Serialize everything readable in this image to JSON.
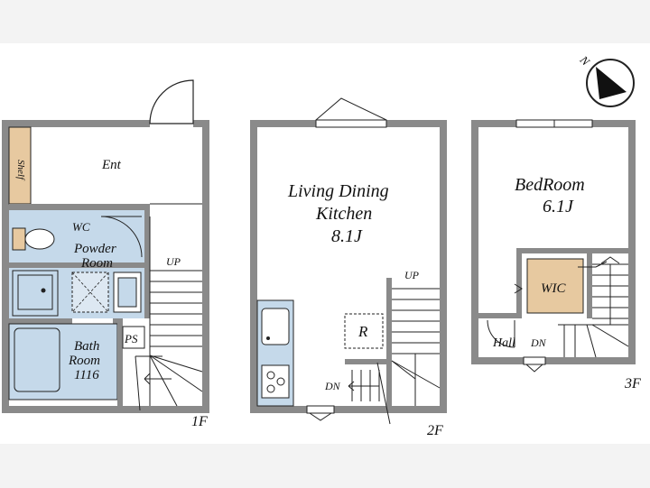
{
  "plan": {
    "floors": {
      "first": {
        "label": "1F"
      },
      "second": {
        "label": "2F"
      },
      "third": {
        "label": "3F"
      }
    },
    "rooms": {
      "ent": "Ent",
      "shelf": "Shelf",
      "wc": "WC",
      "powder_line1": "Powder",
      "powder_line2": "Room",
      "bath_line1": "Bath",
      "bath_line2": "Room",
      "bath_line3": "1116",
      "ps": "PS",
      "ldk_line1": "Living Dining",
      "ldk_line2": "Kitchen",
      "ldk_line3": "8.1J",
      "fridge": "R",
      "bedroom_line1": "BedRoom",
      "bedroom_line2": "6.1J",
      "wic": "WIC",
      "hall": "Hall"
    },
    "stairs": {
      "up_1f": "UP",
      "up_2f": "UP",
      "dn_2f": "DN",
      "dn_3f": "DN"
    },
    "compass": {
      "north": "N"
    },
    "colors": {
      "wall": "#8a8a8a",
      "line": "#222222",
      "wet_area": "#c5d9ea",
      "wood": "#e7c9a0",
      "background": "#ffffff",
      "band": "#f3f3f3"
    }
  }
}
